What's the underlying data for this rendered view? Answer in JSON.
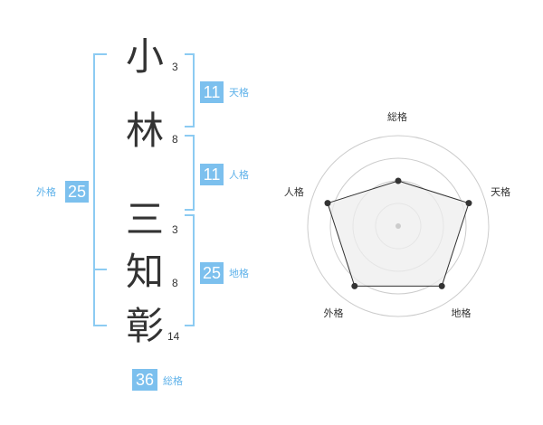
{
  "name": {
    "chars": [
      {
        "char": "小",
        "strokes": "3"
      },
      {
        "char": "林",
        "strokes": "8"
      },
      {
        "char": "三",
        "strokes": "3"
      },
      {
        "char": "知",
        "strokes": "8"
      },
      {
        "char": "彰",
        "strokes": "14"
      }
    ]
  },
  "fortune": {
    "tenkaku": {
      "value": "11",
      "label": "天格"
    },
    "jinkaku": {
      "value": "11",
      "label": "人格"
    },
    "chikaku": {
      "value": "25",
      "label": "地格"
    },
    "gaikaku": {
      "value": "25",
      "label": "外格"
    },
    "soukaku": {
      "value": "36",
      "label": "総格"
    }
  },
  "radar": {
    "axes": [
      "総格",
      "天格",
      "地格",
      "外格",
      "人格"
    ],
    "levels": 4,
    "values": [
      0.5,
      0.82,
      0.82,
      0.82,
      0.82
    ],
    "colors": {
      "fill": "#eeeeee",
      "line": "#333333",
      "grid": "#cccccc",
      "center": "#cccccc"
    }
  },
  "colors": {
    "accent": "#7cc0ee",
    "accent_text": "#5fb2ea",
    "bracket": "#8ccbf2"
  }
}
